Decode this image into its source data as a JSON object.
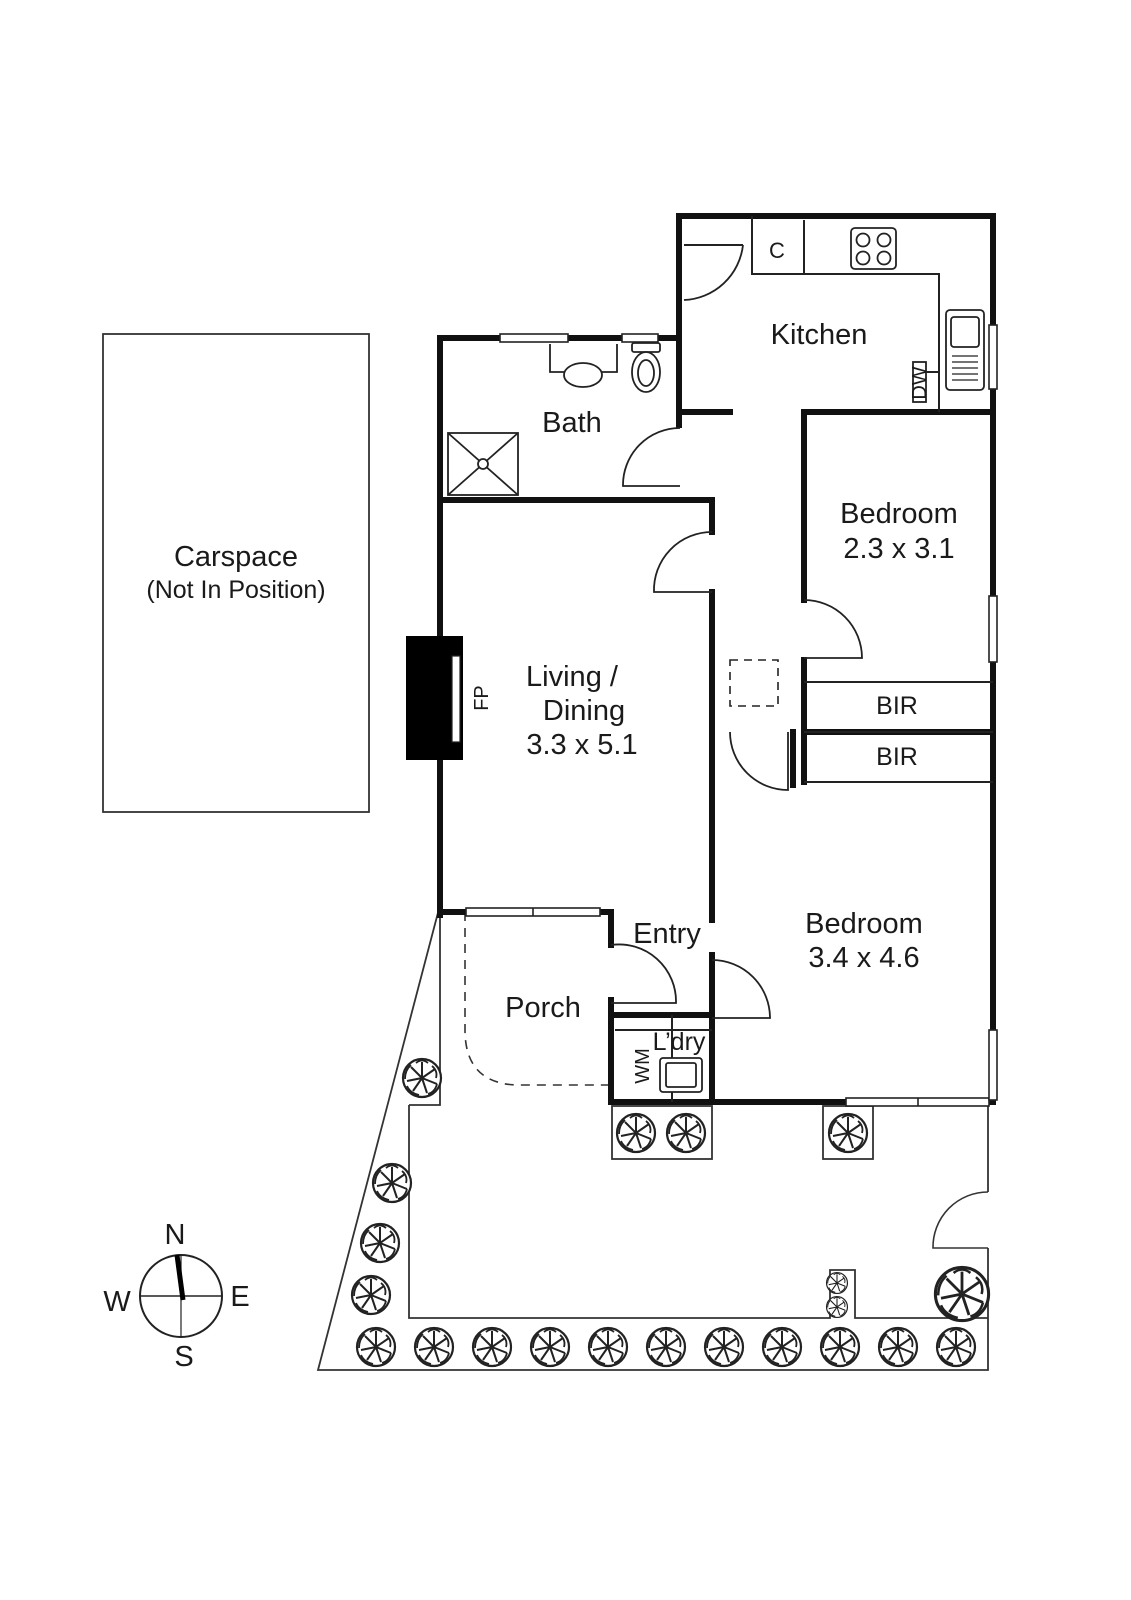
{
  "plan": {
    "carspace": {
      "title": "Carspace",
      "note": "(Not In Position)"
    },
    "rooms": {
      "kitchen": "Kitchen",
      "bath": "Bath",
      "bedroom1": {
        "name": "Bedroom",
        "size": "2.3 x 3.1"
      },
      "living": {
        "name_line1": "Living /",
        "name_line2": "Dining",
        "size": "3.3 x 5.1"
      },
      "bir1": "BIR",
      "bir2": "BIR",
      "bedroom2": {
        "name": "Bedroom",
        "size": "3.4 x 4.6"
      },
      "entry": "Entry",
      "porch": "Porch",
      "laundry": "L’dry"
    },
    "fixtures": {
      "cupboard": "C",
      "dishwasher": "DW",
      "fireplace": "FP",
      "washing_machine": "WM"
    },
    "compass": {
      "north": "N",
      "east": "E",
      "south": "S",
      "west": "W"
    }
  }
}
